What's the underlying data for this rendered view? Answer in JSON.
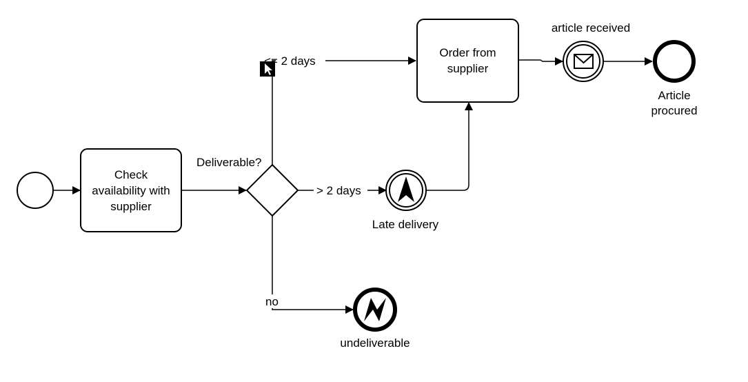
{
  "diagram": {
    "tasks": {
      "check": {
        "lines": [
          "Check",
          "availability with",
          "supplier"
        ]
      },
      "order": {
        "lines": [
          "Order from",
          "supplier"
        ]
      }
    },
    "gateway": {
      "label": "Deliverable?"
    },
    "flows": {
      "short": "<= 2 days",
      "long": "> 2 days",
      "no": "no"
    },
    "events": {
      "late": {
        "label": "Late delivery"
      },
      "message": {
        "label": "article received"
      },
      "end": {
        "lines": [
          "Article",
          "procured"
        ]
      },
      "error": {
        "label": "undeliverable"
      }
    },
    "colors": {
      "stroke": "#000000",
      "fill": "#ffffff",
      "cursor_bg": "#000000"
    }
  }
}
